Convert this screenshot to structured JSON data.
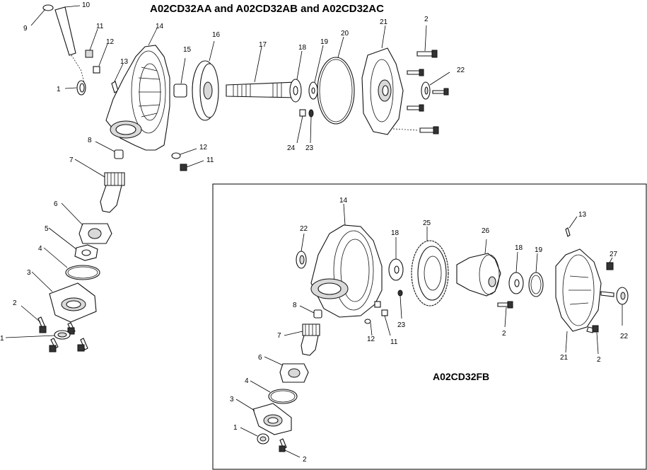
{
  "titles": {
    "top": "A02CD32AA and A02CD32AB and A02CD32AC",
    "inset": "A02CD32FB"
  },
  "labels": {
    "top": {
      "l10": "10",
      "l9": "9",
      "l11a": "11",
      "l12a": "12",
      "l13": "13",
      "l14": "14",
      "l15": "15",
      "l16": "16",
      "l17": "17",
      "l18": "18",
      "l19": "19",
      "l20": "20",
      "l21": "21",
      "l2a": "2",
      "l22": "22",
      "l1a": "1",
      "l24": "24",
      "l23": "23",
      "l12b": "12",
      "l11b": "11",
      "l8": "8",
      "l7": "7",
      "l6": "6",
      "l5": "5",
      "l4": "4",
      "l3": "3",
      "l2b": "2",
      "l1b": "1"
    },
    "inset": {
      "l14": "14",
      "l22a": "22",
      "l18a": "18",
      "l25": "25",
      "l26": "26",
      "l18b": "18",
      "l19": "19",
      "l13": "13",
      "l27": "27",
      "l22b": "22",
      "l8": "8",
      "l7": "7",
      "l6": "6",
      "l4": "4",
      "l3": "3",
      "l1": "1",
      "l2a": "2",
      "l12": "12",
      "l11": "11",
      "l23": "23",
      "l2b": "2",
      "l21": "21",
      "l2c": "2"
    }
  }
}
